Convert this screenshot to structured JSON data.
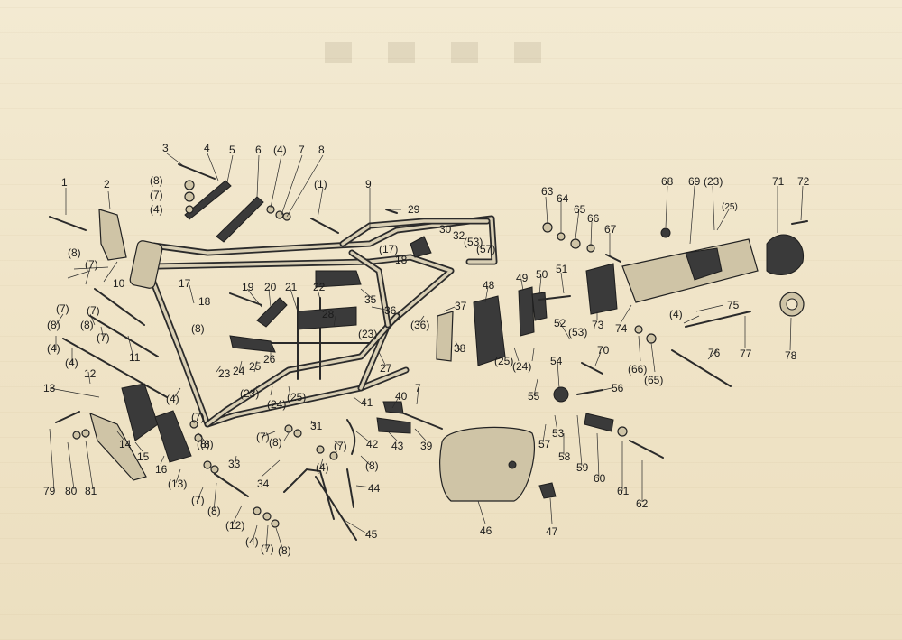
{
  "header": {
    "title": ""
  },
  "labels": [
    {
      "id": "l1",
      "text": "1"
    },
    {
      "id": "l2",
      "text": "2"
    },
    {
      "id": "l3",
      "text": "3"
    },
    {
      "id": "l4",
      "text": "4"
    },
    {
      "id": "l5",
      "text": "5"
    },
    {
      "id": "l6",
      "text": "6"
    },
    {
      "id": "l4b",
      "text": "(4)"
    },
    {
      "id": "l7",
      "text": "7"
    },
    {
      "id": "l8",
      "text": "8"
    },
    {
      "id": "l8p",
      "text": "(8)"
    },
    {
      "id": "l7p",
      "text": "(7)"
    },
    {
      "id": "l4p",
      "text": "(4)"
    },
    {
      "id": "l1p",
      "text": "(1)"
    },
    {
      "id": "l9",
      "text": "9"
    },
    {
      "id": "l29",
      "text": "29"
    },
    {
      "id": "l30",
      "text": "30"
    },
    {
      "id": "l32",
      "text": "32"
    },
    {
      "id": "l53p",
      "text": "(53)"
    },
    {
      "id": "l57p",
      "text": "(57)"
    },
    {
      "id": "l17p",
      "text": "(17)"
    },
    {
      "id": "l18",
      "text": "18"
    },
    {
      "id": "l63",
      "text": "63"
    },
    {
      "id": "l64",
      "text": "64"
    },
    {
      "id": "l65",
      "text": "65"
    },
    {
      "id": "l66",
      "text": "66"
    },
    {
      "id": "l67",
      "text": "67"
    },
    {
      "id": "l68",
      "text": "68"
    },
    {
      "id": "l69",
      "text": "69"
    },
    {
      "id": "l23p",
      "text": "(23)"
    },
    {
      "id": "l25p",
      "text": "(25)"
    },
    {
      "id": "l71",
      "text": "71"
    },
    {
      "id": "l72",
      "text": "72"
    },
    {
      "id": "l8a",
      "text": "(8)"
    },
    {
      "id": "l7a",
      "text": "(7)"
    },
    {
      "id": "l10",
      "text": "10"
    },
    {
      "id": "l17",
      "text": "17"
    },
    {
      "id": "l18b",
      "text": "18"
    },
    {
      "id": "l19",
      "text": "19"
    },
    {
      "id": "l20",
      "text": "20"
    },
    {
      "id": "l21",
      "text": "21"
    },
    {
      "id": "l22",
      "text": "22"
    },
    {
      "id": "l35",
      "text": "35"
    },
    {
      "id": "l36",
      "text": "36"
    },
    {
      "id": "l37",
      "text": "37"
    },
    {
      "id": "l48",
      "text": "48"
    },
    {
      "id": "l49",
      "text": "49"
    },
    {
      "id": "l50",
      "text": "50"
    },
    {
      "id": "l51",
      "text": "51"
    },
    {
      "id": "l73",
      "text": "73"
    },
    {
      "id": "l74",
      "text": "74"
    },
    {
      "id": "l75",
      "text": "75"
    },
    {
      "id": "l4c",
      "text": "(4)"
    },
    {
      "id": "l78",
      "text": "78"
    },
    {
      "id": "l7b",
      "text": "(7)"
    },
    {
      "id": "l8b",
      "text": "(8)"
    },
    {
      "id": "l7c",
      "text": "(7)"
    },
    {
      "id": "l8c",
      "text": "(8)"
    },
    {
      "id": "l4d",
      "text": "(4)"
    },
    {
      "id": "l11",
      "text": "11"
    },
    {
      "id": "l8d",
      "text": "(8)"
    },
    {
      "id": "l7d",
      "text": "(7)"
    },
    {
      "id": "l28",
      "text": "28"
    },
    {
      "id": "l36p",
      "text": "(36)"
    },
    {
      "id": "l38",
      "text": "38"
    },
    {
      "id": "l23q",
      "text": "(23)"
    },
    {
      "id": "l52",
      "text": "52"
    },
    {
      "id": "l53q",
      "text": "(53)"
    },
    {
      "id": "l25q",
      "text": "(25)"
    },
    {
      "id": "l24q",
      "text": "(24)"
    },
    {
      "id": "l77",
      "text": "77"
    },
    {
      "id": "l76",
      "text": "76"
    },
    {
      "id": "l66p",
      "text": "(66)"
    },
    {
      "id": "l65p",
      "text": "(65)"
    },
    {
      "id": "l4e",
      "text": "(4)"
    },
    {
      "id": "l24",
      "text": "24"
    },
    {
      "id": "l25",
      "text": "25"
    },
    {
      "id": "l26",
      "text": "26"
    },
    {
      "id": "l23",
      "text": "23"
    },
    {
      "id": "l12",
      "text": "12"
    },
    {
      "id": "l27",
      "text": "27"
    },
    {
      "id": "l70",
      "text": "70"
    },
    {
      "id": "l54",
      "text": "54"
    },
    {
      "id": "l55",
      "text": "55"
    },
    {
      "id": "l56",
      "text": "56"
    },
    {
      "id": "l13",
      "text": "13"
    },
    {
      "id": "l4f",
      "text": "(4)"
    },
    {
      "id": "l23r",
      "text": "(23)"
    },
    {
      "id": "l24r",
      "text": "(24)"
    },
    {
      "id": "l25r",
      "text": "(25)"
    },
    {
      "id": "l41",
      "text": "41"
    },
    {
      "id": "l40",
      "text": "40"
    },
    {
      "id": "l7e",
      "text": "7"
    },
    {
      "id": "l31",
      "text": "31"
    },
    {
      "id": "l7f",
      "text": "(7)"
    },
    {
      "id": "l7g",
      "text": "(7)"
    },
    {
      "id": "l8e",
      "text": "(8)"
    },
    {
      "id": "l42",
      "text": "42"
    },
    {
      "id": "l43",
      "text": "43"
    },
    {
      "id": "l39",
      "text": "39"
    },
    {
      "id": "l57",
      "text": "57"
    },
    {
      "id": "l53",
      "text": "53"
    },
    {
      "id": "l58",
      "text": "58"
    },
    {
      "id": "l59",
      "text": "59"
    },
    {
      "id": "l60",
      "text": "60"
    },
    {
      "id": "l61",
      "text": "61"
    },
    {
      "id": "l8f",
      "text": "(8)"
    },
    {
      "id": "l14",
      "text": "14"
    },
    {
      "id": "l15",
      "text": "15"
    },
    {
      "id": "l16",
      "text": "16"
    },
    {
      "id": "l8g",
      "text": "(8)"
    },
    {
      "id": "l33",
      "text": "33"
    },
    {
      "id": "l7h",
      "text": "(7)"
    },
    {
      "id": "l4g",
      "text": "(4)"
    },
    {
      "id": "l8h",
      "text": "(8)"
    },
    {
      "id": "l34",
      "text": "34"
    },
    {
      "id": "l44",
      "text": "44"
    },
    {
      "id": "l62",
      "text": "62"
    },
    {
      "id": "l79",
      "text": "79"
    },
    {
      "id": "l80",
      "text": "80"
    },
    {
      "id": "l81",
      "text": "81"
    },
    {
      "id": "l13p",
      "text": "(13)"
    },
    {
      "id": "l7i",
      "text": "(7)"
    },
    {
      "id": "l8i",
      "text": "(8)"
    },
    {
      "id": "l12p",
      "text": "(12)"
    },
    {
      "id": "l46",
      "text": "46"
    },
    {
      "id": "l47",
      "text": "47"
    },
    {
      "id": "l45",
      "text": "45"
    },
    {
      "id": "l4h",
      "text": "(4)"
    },
    {
      "id": "l7j",
      "text": "(7)"
    },
    {
      "id": "l8j",
      "text": "(8)"
    }
  ]
}
